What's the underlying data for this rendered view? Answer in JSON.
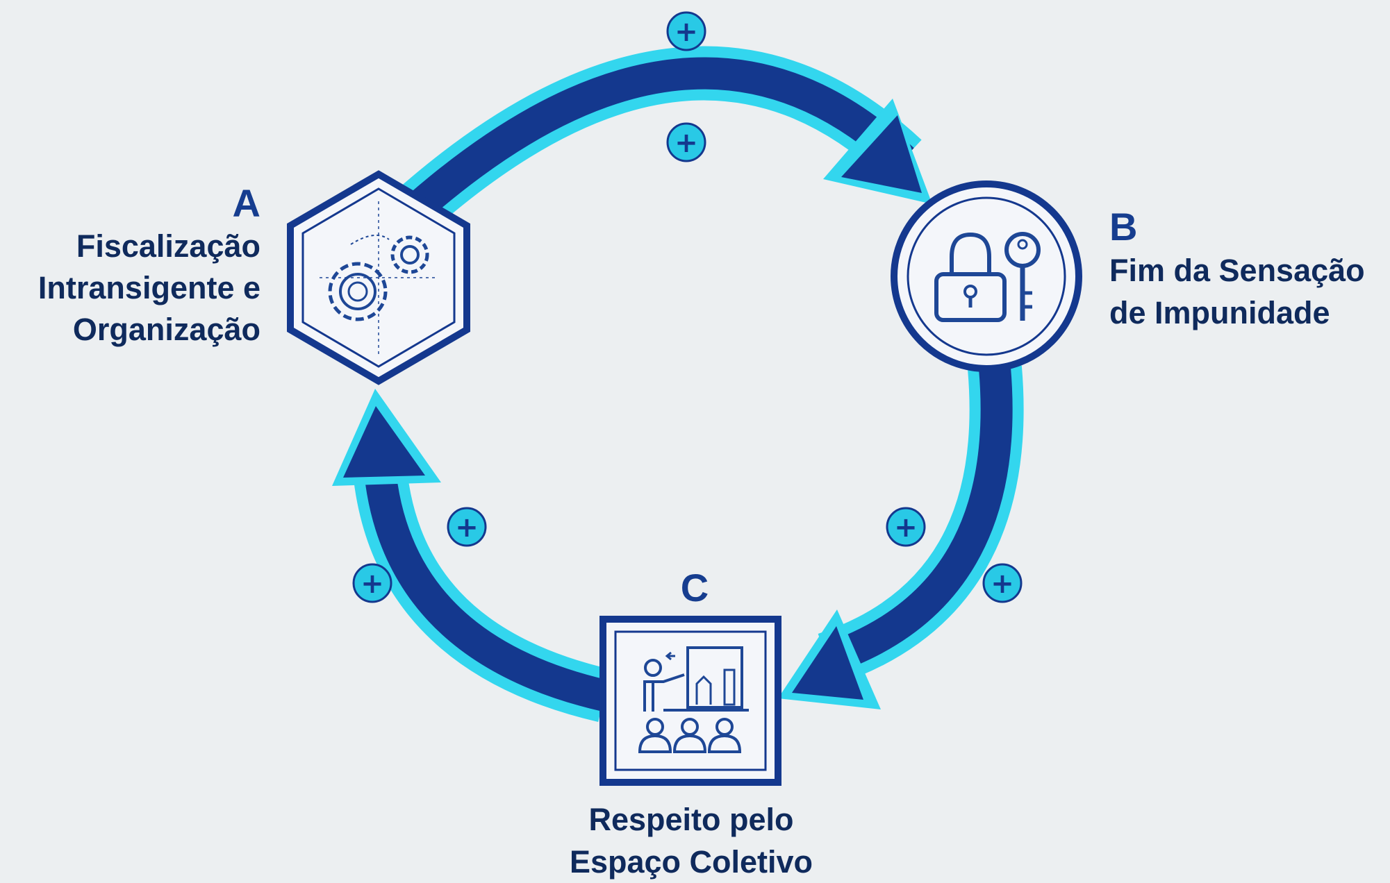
{
  "colors": {
    "background": "#eceff1",
    "arrow_dark": "#14388e",
    "arrow_light": "#33d6ee",
    "node_border": "#14388e",
    "node_fill": "#f4f6fa",
    "icon_stroke": "#1e4796",
    "plus_fill": "#29c9e6",
    "text": "#0f2a5c",
    "letter": "#163d8f"
  },
  "nodes": [
    {
      "id": "a",
      "letter": "A",
      "title_lines": [
        "Fiscalização",
        "Intransigente e",
        "Organização"
      ],
      "shape": "hexagon",
      "icon": "gears-icon"
    },
    {
      "id": "b",
      "letter": "B",
      "title_lines": [
        "Fim da Sensação",
        "de Impunidade"
      ],
      "shape": "circle",
      "icon": "lock-and-key-icon"
    },
    {
      "id": "c",
      "letter": "C",
      "title_lines": [
        "Respeito pelo",
        "Espaço Coletivo"
      ],
      "shape": "square",
      "icon": "classroom-presentation-icon"
    }
  ],
  "edges": [
    {
      "from": "A",
      "to": "B",
      "polarity": "+"
    },
    {
      "from": "B",
      "to": "C",
      "polarity": "+"
    },
    {
      "from": "C",
      "to": "A",
      "polarity": "+"
    }
  ],
  "plus_symbol": "+"
}
